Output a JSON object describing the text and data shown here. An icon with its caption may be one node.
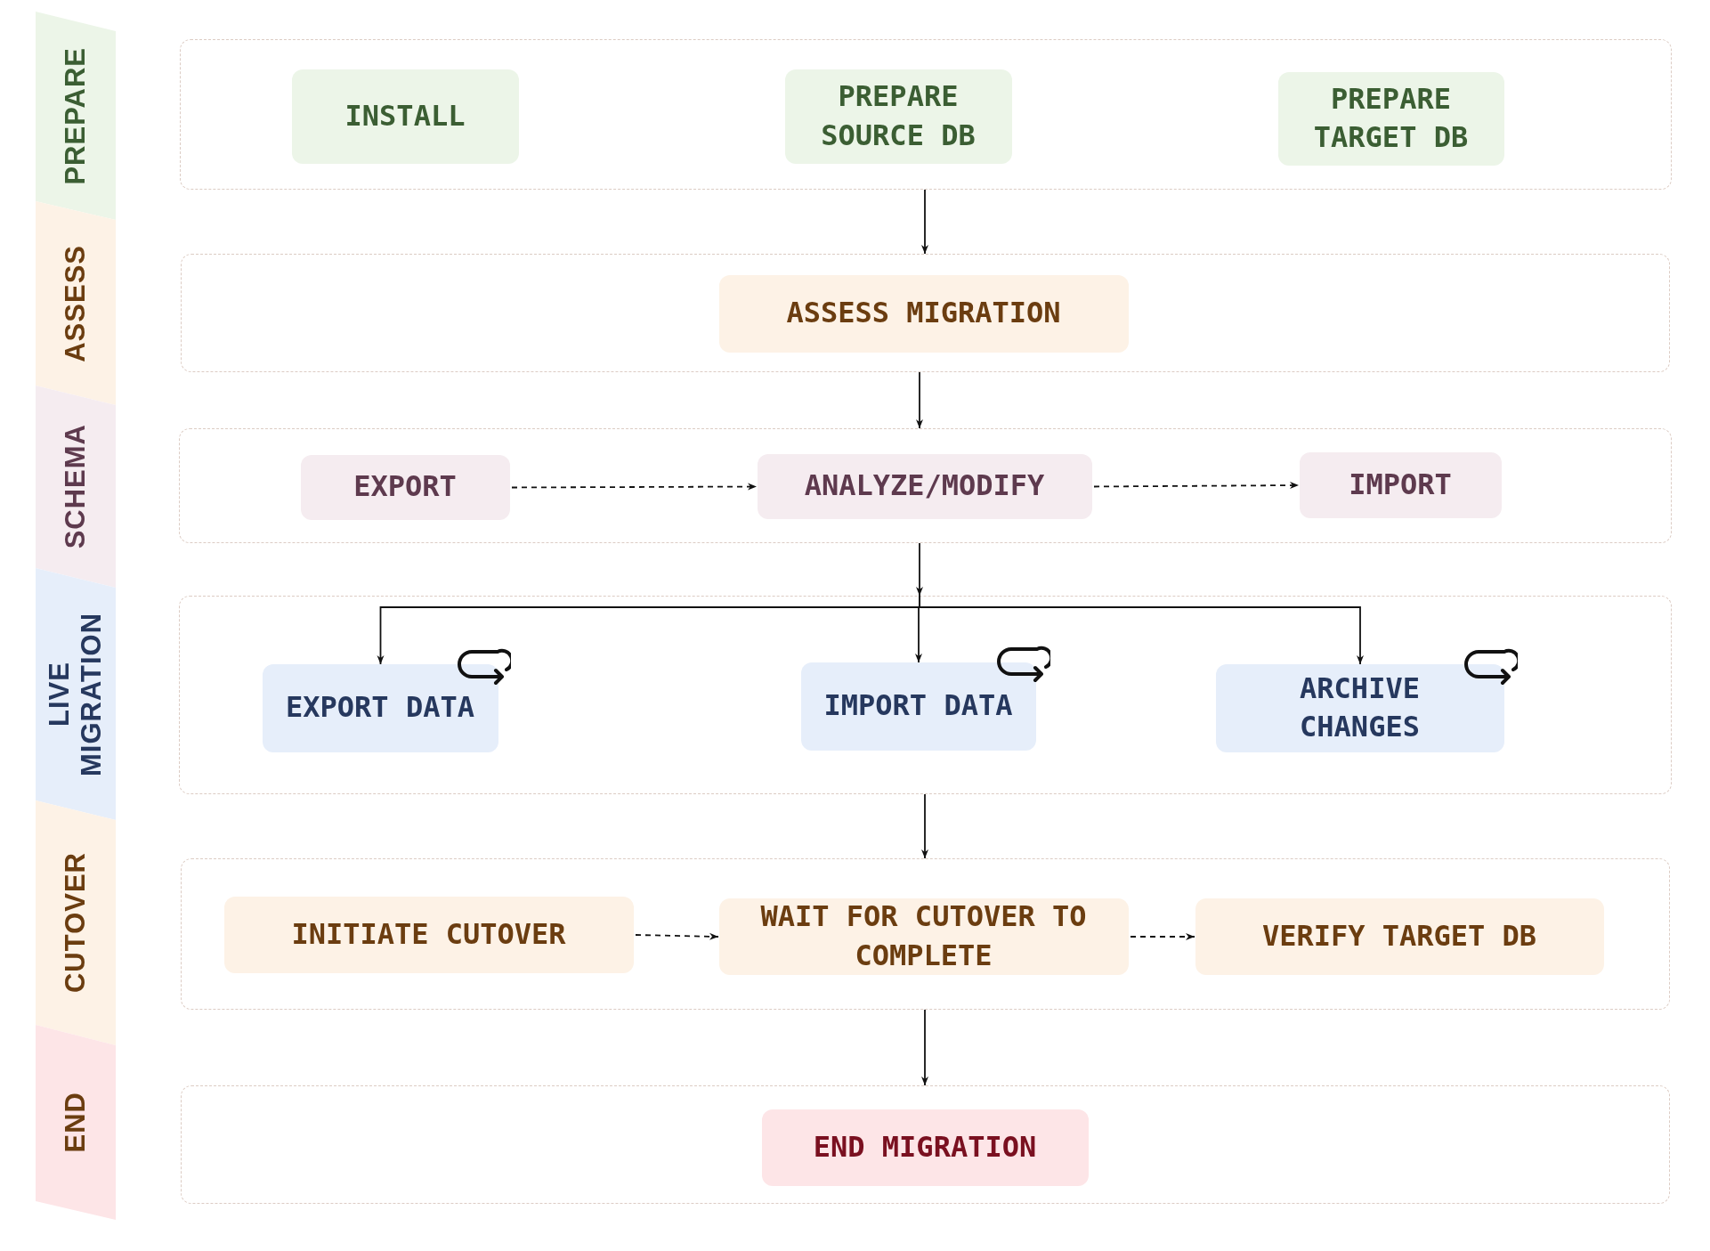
{
  "diagram": {
    "nodes": [
      {
        "text": [
          "PREPARE"
        ]
      },
      {
        "text": [
          "ASSESS"
        ]
      },
      {
        "text": [
          "SCHEMA"
        ]
      },
      {
        "text": [
          "LIVE MIGRATION"
        ]
      },
      {
        "text": [
          "CUTOVER"
        ]
      },
      {
        "text": [
          "END"
        ]
      },
      {
        "text": [],
        "shape": "box"
      },
      {
        "text": [
          "INSTALL"
        ],
        "in": 6
      },
      {
        "text": [
          "PREPARE SOURCE DB"
        ],
        "in": 6
      },
      {
        "text": [
          "PREPARE TARGET DB"
        ],
        "in": 6
      },
      {
        "text": [],
        "shape": "box"
      },
      {
        "text": [
          "ASSESS MIGRATION"
        ],
        "in": 10
      },
      {
        "text": [],
        "shape": "box"
      },
      {
        "text": [
          "EXPORT"
        ],
        "in": 12
      },
      {
        "text": [
          "ANALYZE/MODIFY"
        ],
        "in": 12
      },
      {
        "text": [
          "IMPORT"
        ],
        "in": 12
      },
      {
        "text": [],
        "shape": "box"
      },
      {
        "text": [
          "EXPORT DATA"
        ],
        "in": 16
      },
      {
        "text": [
          "IMPORT DATA"
        ],
        "in": 16
      },
      {
        "text": [
          "ARCHIVE CHANGES"
        ],
        "in": 16
      },
      {
        "text": [],
        "shape": "box"
      },
      {
        "text": [
          "INITIATE CUTOVER"
        ],
        "in": 20
      },
      {
        "text": [
          "WAIT FOR CUTOVER TO COMPLETE"
        ],
        "in": 20
      },
      {
        "text": [
          "VERIFY TARGET DB"
        ],
        "in": 20
      },
      {
        "text": [],
        "shape": "box"
      },
      {
        "text": [
          "END MIGRATION"
        ],
        "in": 24
      }
    ],
    "edges": [
      {
        "from": 6,
        "to": 10,
        "arrow": "to"
      },
      {
        "from": 10,
        "to": 12,
        "arrow": "to"
      },
      {
        "from": 13,
        "to": 14,
        "arrow": "to",
        "style": "dashed"
      },
      {
        "from": 14,
        "to": 15,
        "arrow": "to",
        "style": "dashed"
      },
      {
        "from": 12,
        "to": 16,
        "arrow": "to"
      },
      {
        "from": 16,
        "to": 17,
        "arrow": "to"
      },
      {
        "from": 16,
        "to": 18,
        "arrow": "to"
      },
      {
        "from": 16,
        "to": 19,
        "arrow": "to"
      },
      {
        "from": 16,
        "to": 20,
        "arrow": "to"
      },
      {
        "from": 21,
        "to": 22,
        "arrow": "to",
        "style": "dashed"
      },
      {
        "from": 22,
        "to": 23,
        "arrow": "to",
        "style": "dashed"
      },
      {
        "from": 20,
        "to": 24,
        "arrow": "to"
      }
    ]
  }
}
